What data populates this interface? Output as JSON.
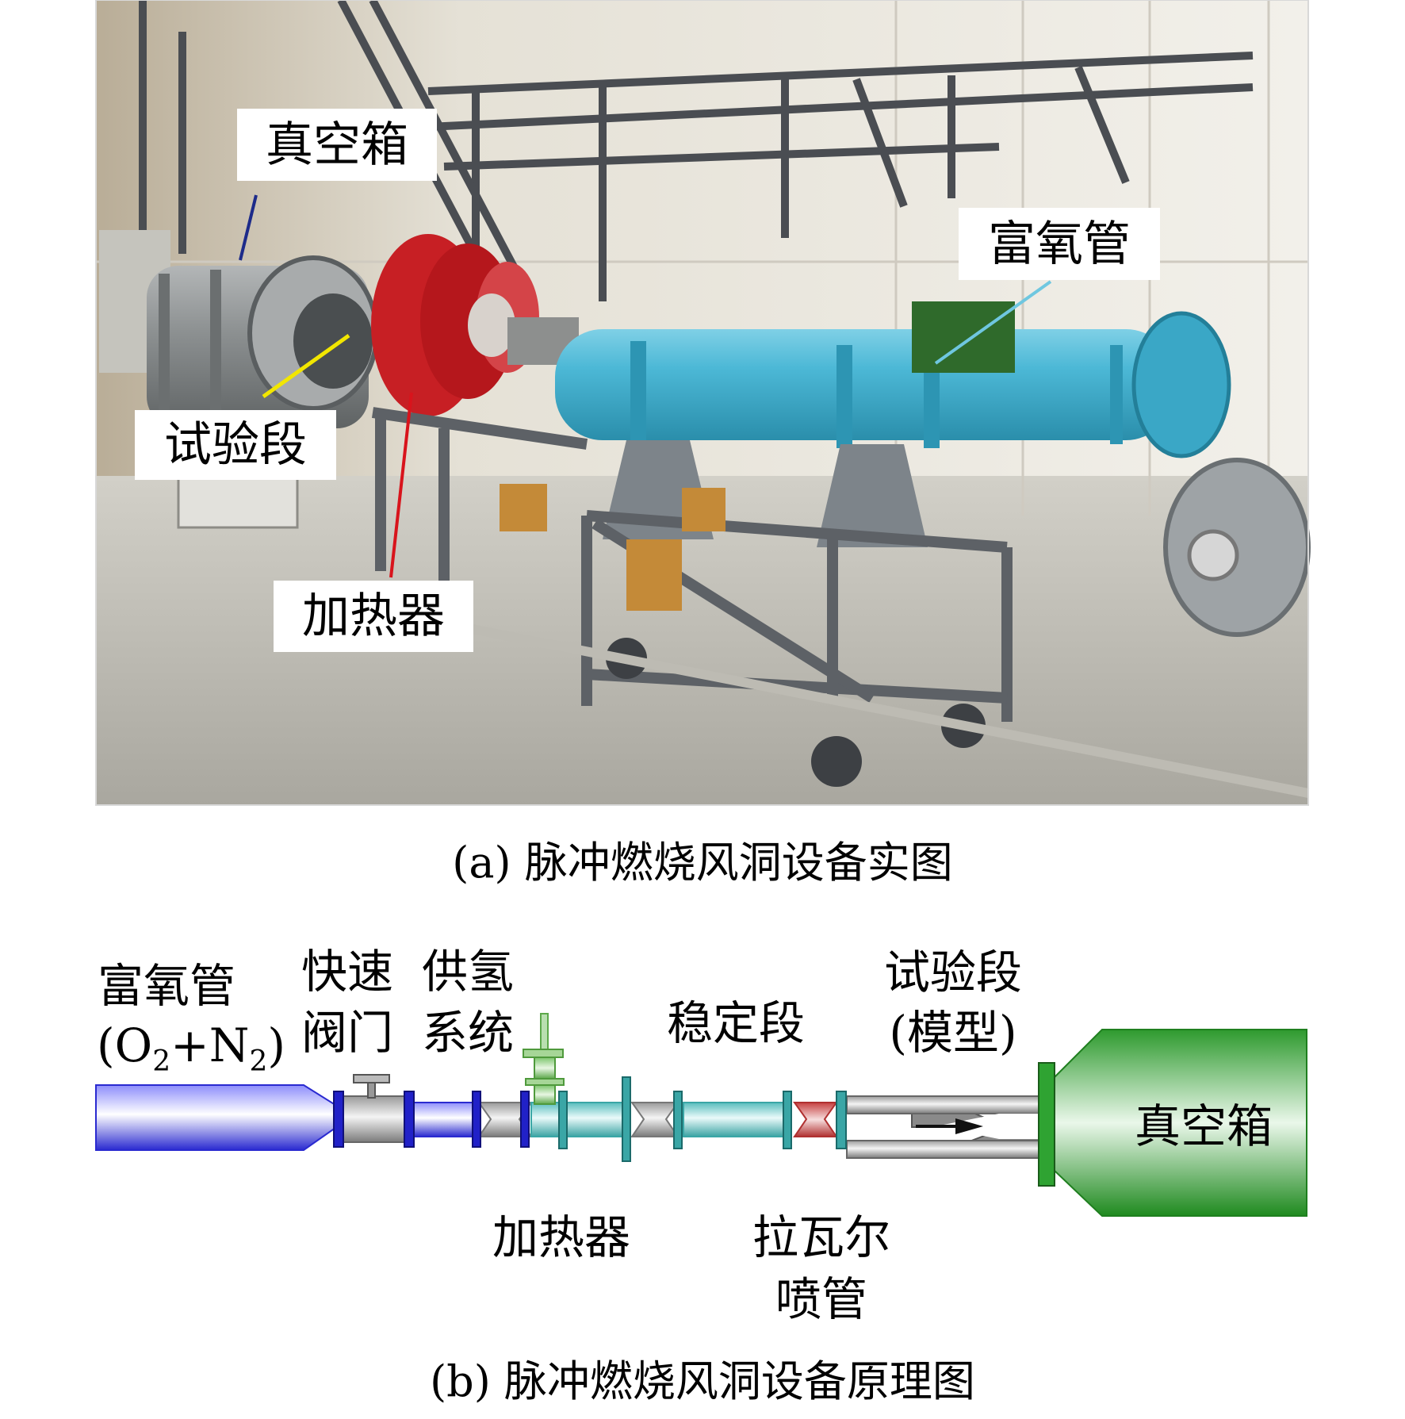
{
  "photo": {
    "labels": {
      "vacuum_box": "真空箱",
      "oxygen_tube": "富氧管",
      "test_section": "试验段",
      "heater": "加热器"
    },
    "colors": {
      "vacuum_box_line": "#1d2b8a",
      "oxygen_tube_line": "#6fc7e0",
      "test_section_line": "#f2e600",
      "heater_line": "#d8141c",
      "oxygen_tube_body": "#3fb1cf",
      "heater_body": "#c71f24",
      "vacuum_body": "#8c8f90"
    }
  },
  "caption_a": "(a) 脉冲燃烧风洞设备实图",
  "schematic": {
    "labels": {
      "oxygen_tube_line1": "富氧管",
      "oxygen_tube_line2_open": "(O",
      "sub_2a": "2",
      "plus_n": "+N",
      "sub_2b": "2",
      "close_paren": ")",
      "fast_valve_line1": "快速",
      "fast_valve_line2": "阀门",
      "hydrogen_line1": "供氢",
      "hydrogen_line2": "系统",
      "stabilizer": "稳定段",
      "test_section_line1": "试验段",
      "test_section_line2": "(模型)",
      "vacuum_box": "真空箱",
      "heater": "加热器",
      "laval_line1": "拉瓦尔",
      "laval_line2": "喷管"
    },
    "colors": {
      "oxygen_tube": "#2b2bd6",
      "stabilizer": "#5cc7c2",
      "hydrogen": "#6db25a",
      "laval": "#c0393b",
      "test_section": "#7a7a7a",
      "vacuum_box": "#2fa332",
      "flange_blue": "#2121c8",
      "flange_teal": "#3aa6a6"
    }
  },
  "caption_b": "(b) 脉冲燃烧风洞设备原理图"
}
